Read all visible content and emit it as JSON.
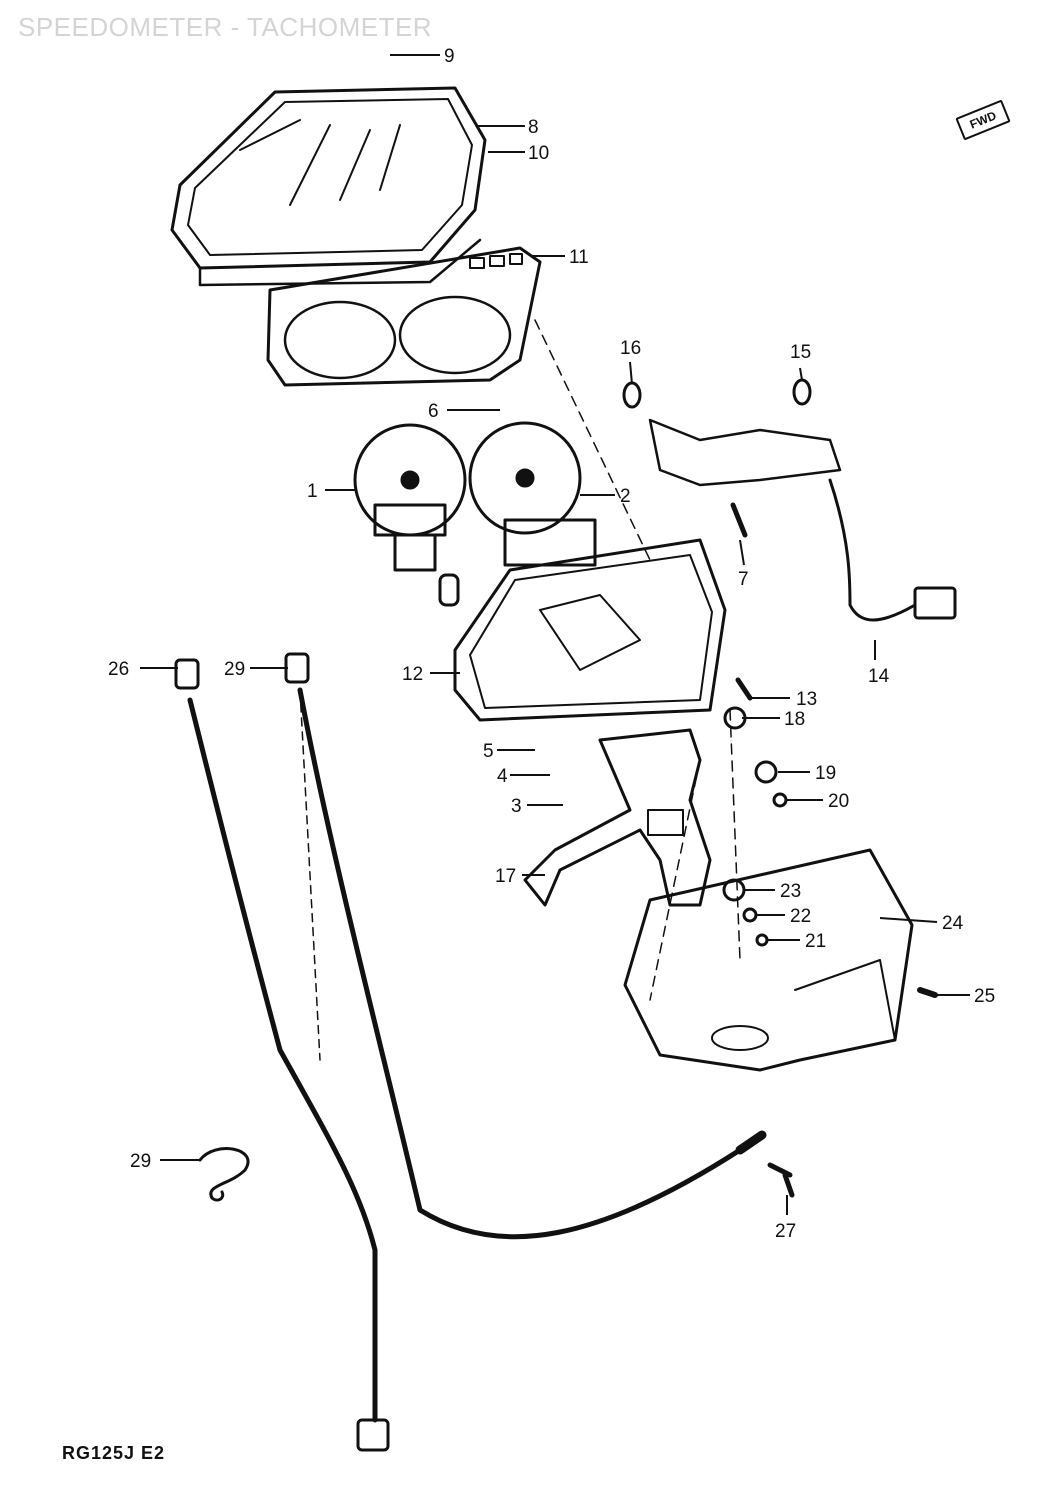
{
  "title": "SPEEDOMETER - TACHOMETER",
  "model_code": "RG125J  E2",
  "forward_badge": "FWD",
  "callouts": [
    {
      "id": "c9",
      "label": "9"
    },
    {
      "id": "c8",
      "label": "8"
    },
    {
      "id": "c10",
      "label": "10"
    },
    {
      "id": "c11",
      "label": "11"
    },
    {
      "id": "c16",
      "label": "16"
    },
    {
      "id": "c15",
      "label": "15"
    },
    {
      "id": "c6",
      "label": "6"
    },
    {
      "id": "c1",
      "label": "1"
    },
    {
      "id": "c2",
      "label": "2"
    },
    {
      "id": "c7",
      "label": "7"
    },
    {
      "id": "c12",
      "label": "12"
    },
    {
      "id": "c14",
      "label": "14"
    },
    {
      "id": "c26",
      "label": "26"
    },
    {
      "id": "c29a",
      "label": "29"
    },
    {
      "id": "c13",
      "label": "13"
    },
    {
      "id": "c18",
      "label": "18"
    },
    {
      "id": "c5",
      "label": "5"
    },
    {
      "id": "c4",
      "label": "4"
    },
    {
      "id": "c3",
      "label": "3"
    },
    {
      "id": "c19",
      "label": "19"
    },
    {
      "id": "c20",
      "label": "20"
    },
    {
      "id": "c17",
      "label": "17"
    },
    {
      "id": "c23",
      "label": "23"
    },
    {
      "id": "c22",
      "label": "22"
    },
    {
      "id": "c24",
      "label": "24"
    },
    {
      "id": "c21",
      "label": "21"
    },
    {
      "id": "c25",
      "label": "25"
    },
    {
      "id": "c29b",
      "label": "29"
    },
    {
      "id": "c27",
      "label": "27"
    }
  ]
}
